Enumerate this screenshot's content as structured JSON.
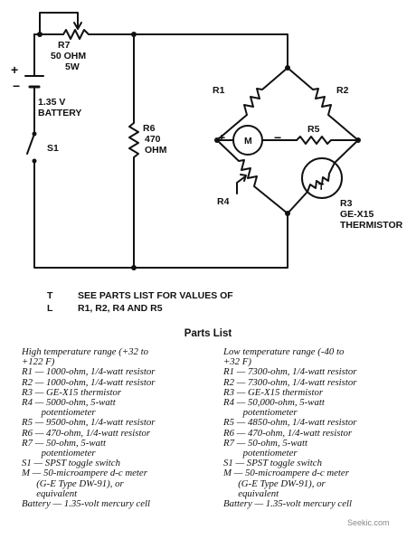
{
  "diagram": {
    "r7": [
      "R7",
      "50 OHM",
      "5W"
    ],
    "battery": [
      "1.35 V",
      "BATTERY"
    ],
    "s1": "S1",
    "r6": [
      "R6",
      "470",
      "OHM"
    ],
    "r1": "R1",
    "r2": "R2",
    "r4": "R4",
    "r5": "R5",
    "meter": "M",
    "plus": "+",
    "minus": "−",
    "thermistor_symbol": "T",
    "r3": [
      "R3",
      "GE-X15",
      "THERMISTOR"
    ]
  },
  "note": {
    "mark": "T L",
    "lines": [
      "SEE PARTS LIST FOR VALUES OF",
      "R1, R2, R4 AND R5"
    ]
  },
  "parts_list": {
    "title": "Parts List",
    "left": [
      "High temperature range (+32 to",
      "+122 F)",
      "R1 — 1000-ohm, 1/4-watt resistor",
      "R2 — 1000-ohm, 1/4-watt resistor",
      "R3 — GE-X15 thermistor",
      "R4 — 5000-ohm, 5-watt",
      "        potentiometer",
      "R5 — 9500-ohm, 1/4-watt resistor",
      "R6 — 470-ohm, 1/4-watt resistor",
      "R7 — 50-ohm, 5-watt",
      "        potentiometer",
      "S1 — SPST toggle switch",
      "M — 50-microampere d-c meter",
      "      (G-E Type DW-91), or",
      "      equivalent",
      "Battery — 1.35-volt mercury cell"
    ],
    "right": [
      "Low temperature range (-40 to",
      "+32 F)",
      "R1 — 7300-ohm, 1/4-watt resistor",
      "R2 — 7300-ohm, 1/4-watt resistor",
      "R3 — GE-X15 thermistor",
      "R4 — 50,000-ohm, 5-watt",
      "        potentiometer",
      "R5 — 4850-ohm, 1/4-watt resistor",
      "R6 — 470-ohm, 1/4-watt resistor",
      "R7 — 50-ohm, 5-watt",
      "        potentiometer",
      "S1 — SPST toggle switch",
      "M — 50-microampere d-c meter",
      "      (G-E Type DW-91), or",
      "      equivalent",
      "Battery — 1.35-volt mercury cell"
    ]
  },
  "watermark": "Seekic.com"
}
